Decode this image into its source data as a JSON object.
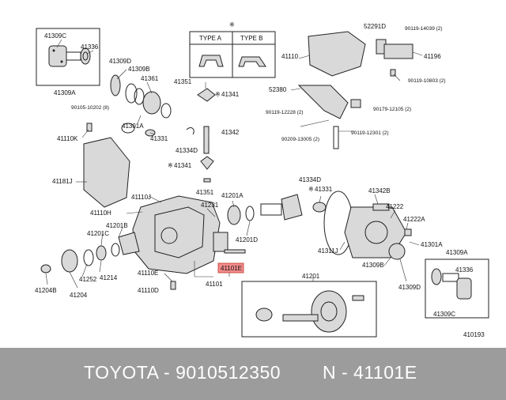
{
  "diagram": {
    "labels": {
      "l41309C_a": "41309C",
      "l41336_a": "41336",
      "l41309A_a": "41309A",
      "l41309D_a": "41309D",
      "l41309B_a": "41309B",
      "l41361": "41361",
      "l41301A_a": "41301A",
      "l41331": "41331",
      "l41351_a": "41351",
      "l41341_a": "41341",
      "l90105": "90105-10202 (8)",
      "l41110K": "41110K",
      "l41342": "41342",
      "l41334D_a": "41334D",
      "l41341_b": "41341",
      "l41181J": "41181J",
      "l41110J": "41110J",
      "l41351_b": "41351",
      "l41201A_a": "41201A",
      "l41231": "41231",
      "l41110H": "41110H",
      "l41201C": "41201C",
      "l41201B": "41201B",
      "l41201D": "41201D",
      "l41101E_box": "41101E",
      "l41110E": "41110E",
      "l41101": "41101",
      "l41110D": "41110D",
      "l41252": "41252",
      "l41214": "41214",
      "l41204B": "41204B",
      "l41204": "41204",
      "l41201": "41201",
      "l52291D": "52291D",
      "l90119_14039": "90119-14039 (2)",
      "l41110": "41110",
      "l41196": "41196",
      "l90119_10803": "90119-10803 (2)",
      "l52380": "52380",
      "l90119_12228": "90119-12228 (2)",
      "l90179_12105": "90179-12105 (2)",
      "l90209_13005": "90209-13005 (2)",
      "l90119_12301": "90119-12301 (2)",
      "l41334D_b": "41334D",
      "l41331_b": "41331",
      "l41342B": "41342B",
      "l41222": "41222",
      "l41222A": "41222A",
      "l41301A_b": "41301A",
      "l41311J": "41311J",
      "l41309B_b": "41309B",
      "l41309D_b": "41309D",
      "l41309A_b": "41309A",
      "l41336_b": "41336",
      "l41309C_b": "41309C",
      "l410193": "410193"
    },
    "legend": {
      "type_a": "TYPE A",
      "type_b": "TYPE B"
    },
    "star_symbol": "※",
    "highlight_color": "#f28b8b"
  },
  "footer": {
    "brand_part": "TOYOTA - 9010512350",
    "ref_part": "N - 41101E",
    "background": "#9c9c9c"
  }
}
